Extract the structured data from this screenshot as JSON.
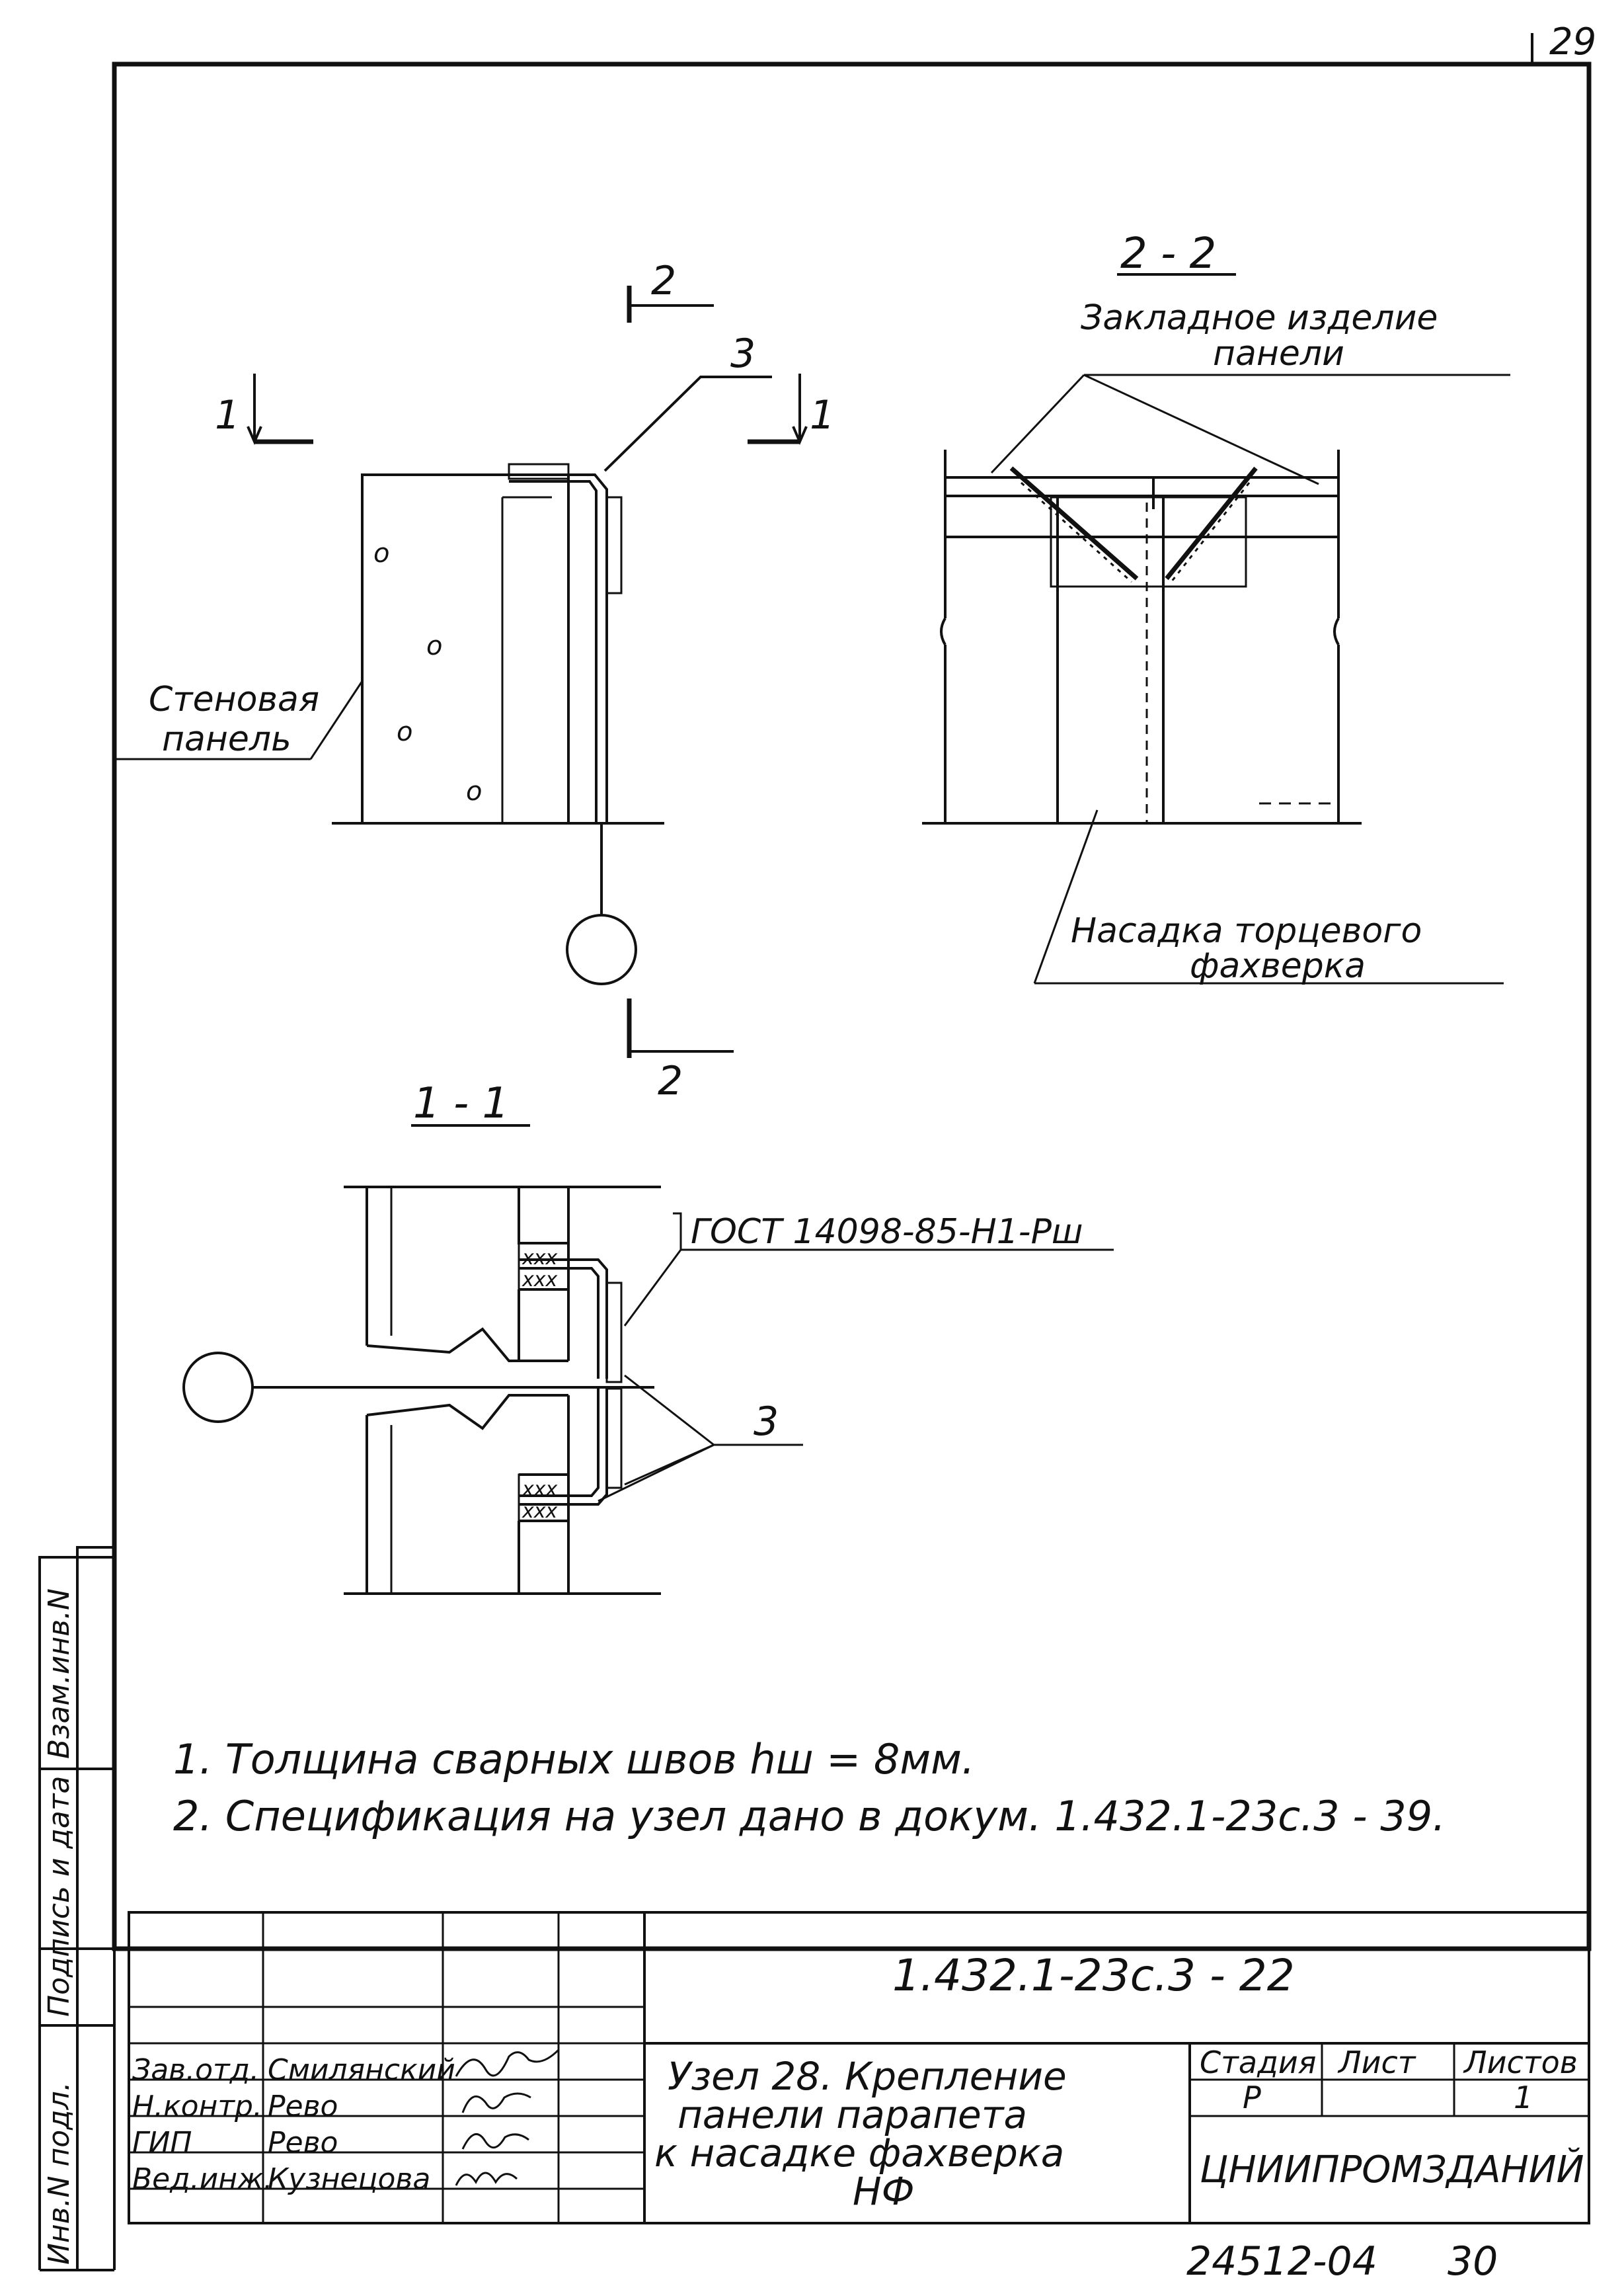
{
  "sheet": {
    "corner_number": "29",
    "bottom_archive_number": "24512-04",
    "bottom_page_number": "30"
  },
  "node_view": {
    "cut_2_top": "2",
    "cut_2_bottom": "2",
    "cut_1_left": "1",
    "cut_1_right": "1",
    "callout_3": "3",
    "wall_panel_label_line1": "Стеновая",
    "wall_panel_label_line2": "панель"
  },
  "section_2_2": {
    "title": "2 - 2",
    "embedded_label_line1": "Закладное изделие",
    "embedded_label_line2": "панели",
    "nozzle_label_line1": "Насадка торцевого",
    "nozzle_label_line2": "фахверка"
  },
  "section_1_1": {
    "title": "1 - 1",
    "gost_label": "ГОСТ 14098-85-Н1-Рш",
    "callout_3": "3"
  },
  "notes": [
    "1. Толщина сварных швов hш = 8мм.",
    "2. Спецификация на узел дано в докум. 1.432.1-23с.3 - 39."
  ],
  "side_stamp": [
    "Взам.инв.N",
    "Подпись и дата",
    "Инв.N подл."
  ],
  "title_block": {
    "document_code": "1.432.1-23с.3 - 22",
    "title_line1": "Узел 28. Крепление",
    "title_line2": "панели парапета",
    "title_line3": "к насадке фахверка",
    "title_line4": "НФ",
    "stage_header": "Стадия",
    "sheet_header": "Лист",
    "sheets_header": "Листов",
    "stage_value": "Р",
    "sheets_value": "1",
    "organization": "ЦНИИПРОМЗДАНИЙ",
    "signatures": [
      {
        "role": "Зав.отд.",
        "name": "Смилянский"
      },
      {
        "role": "Н.контр.",
        "name": "Рево"
      },
      {
        "role": "ГИП",
        "name": "Рево"
      },
      {
        "role": "Вед.инж.",
        "name": "Кузнецова"
      }
    ]
  }
}
